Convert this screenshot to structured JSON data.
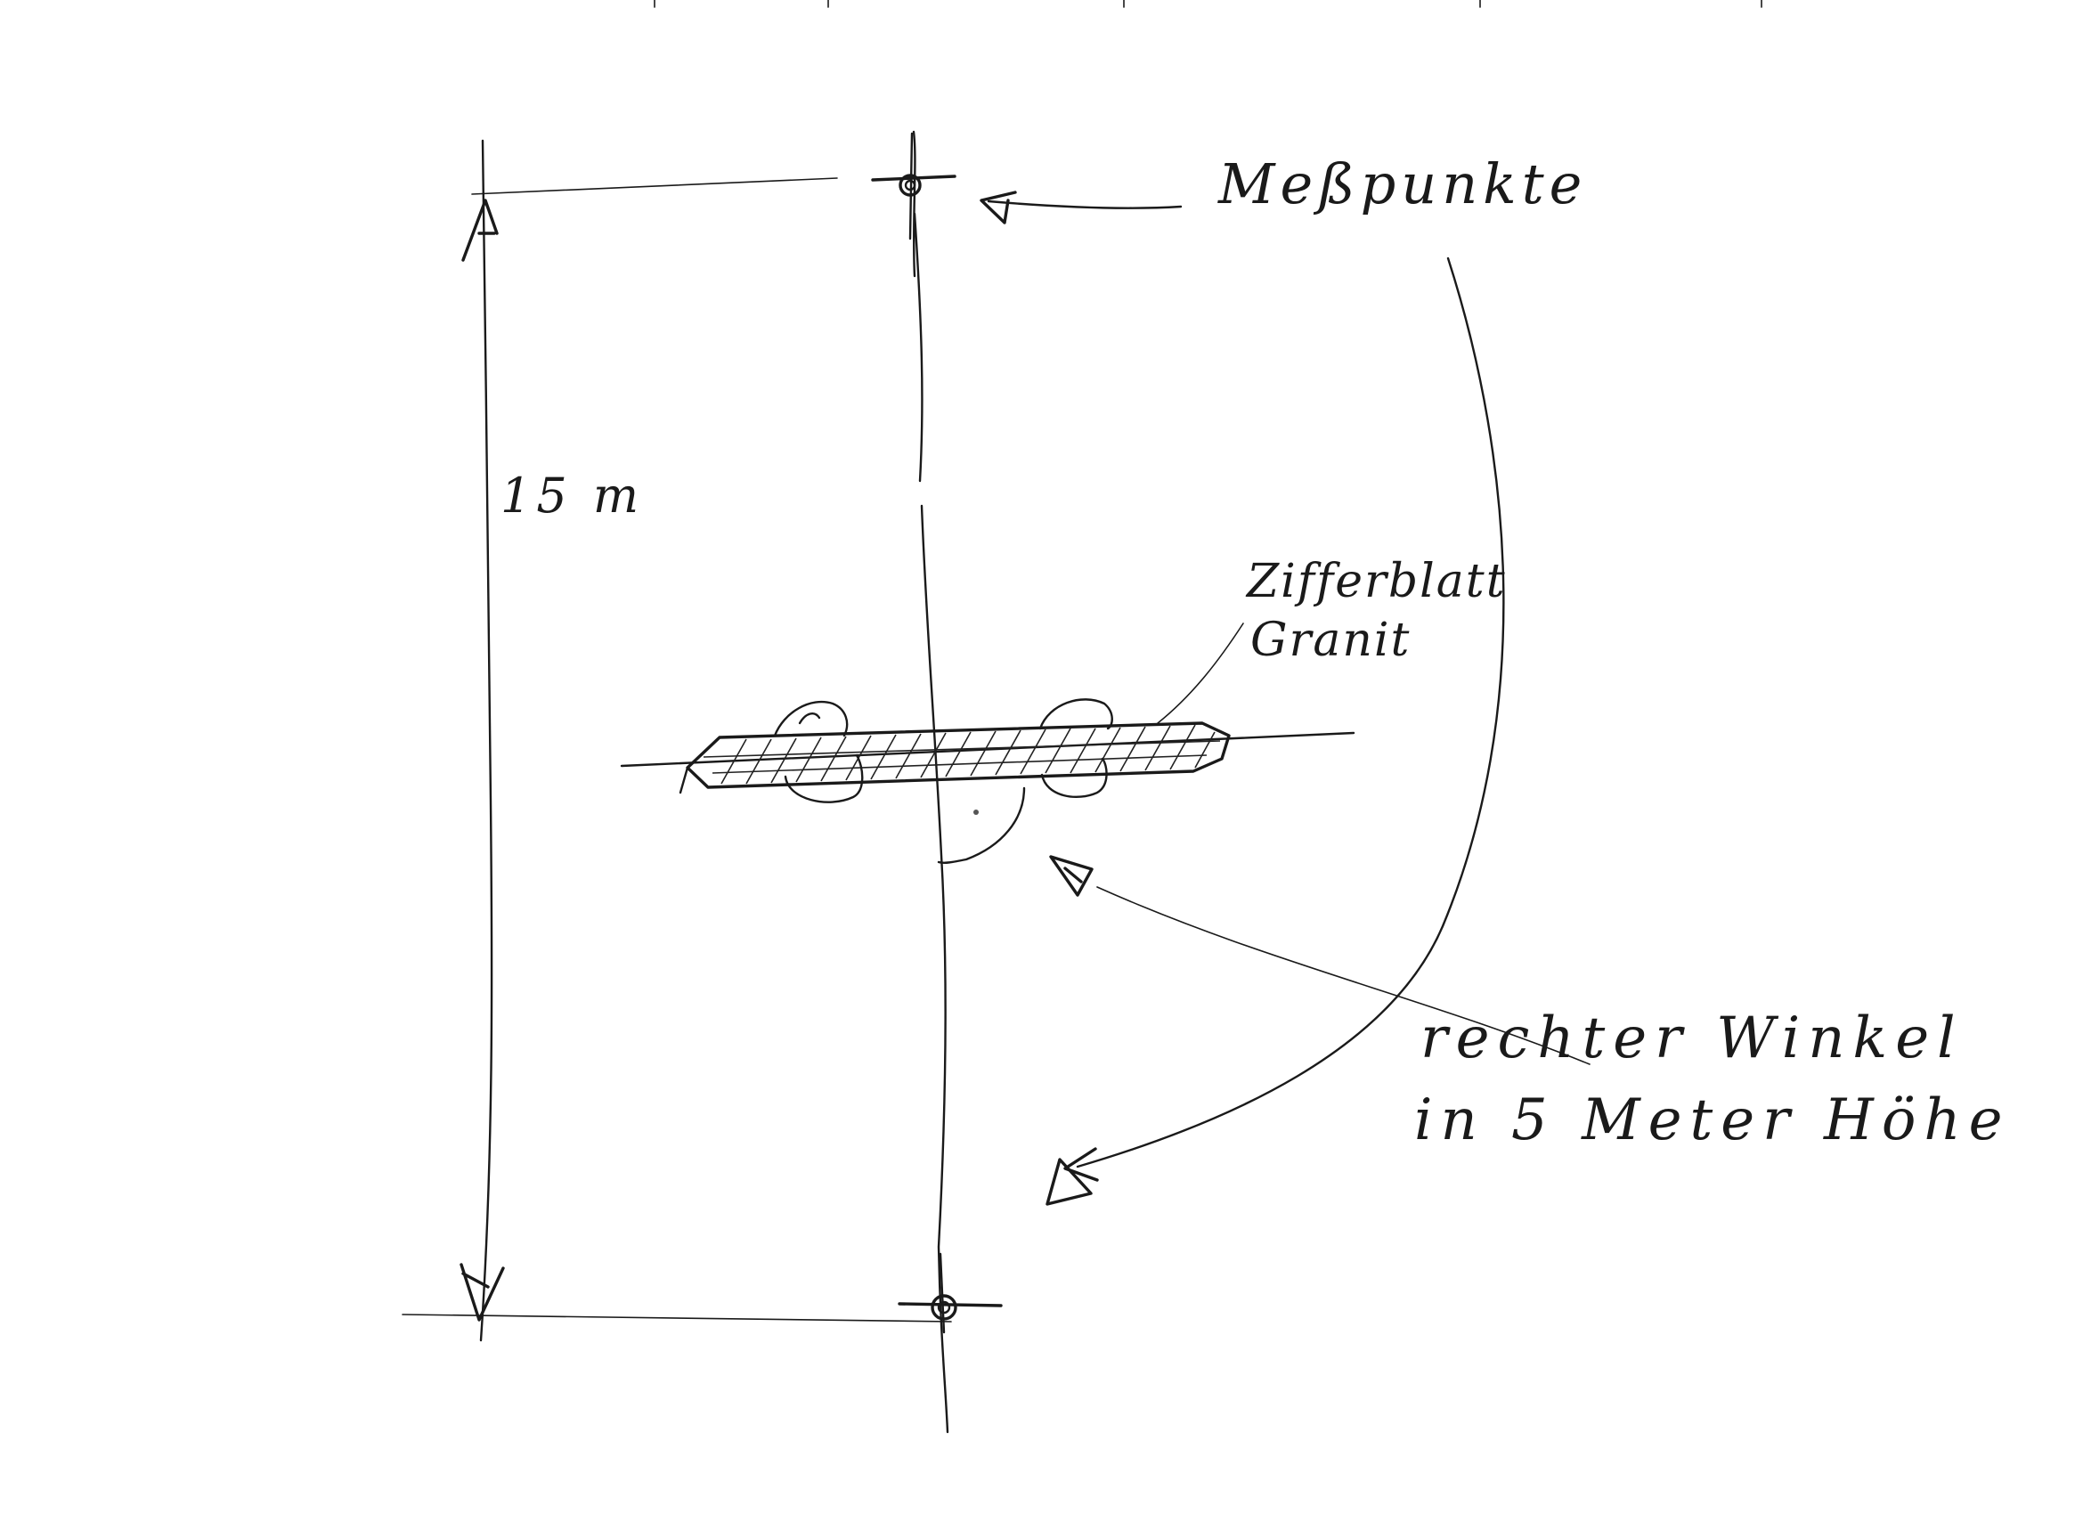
{
  "labels": {
    "measurement_points": "Meßpunkte",
    "dimension": "15 m",
    "dial_line1": "Zifferblatt",
    "dial_line2": "Granit",
    "right_angle_line1": "rechter Winkel",
    "right_angle_line2": "in 5 Meter Höhe"
  },
  "colors": {
    "ink": "#1a1a1a",
    "paper": "#ffffff"
  }
}
